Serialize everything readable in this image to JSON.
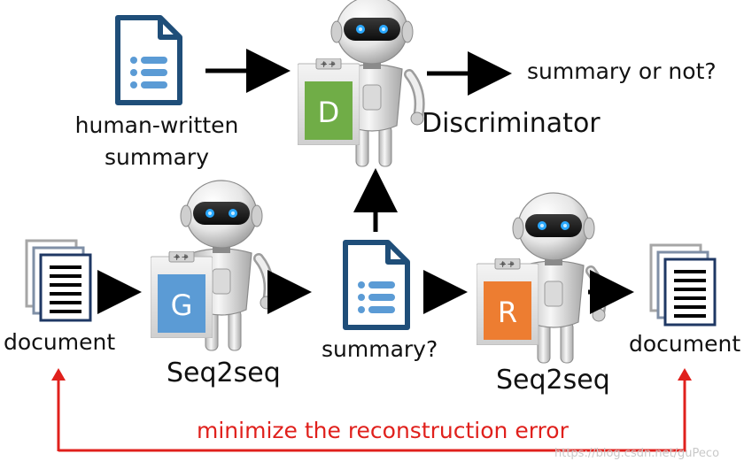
{
  "labels": {
    "summary_or_not": "summary or not?",
    "human_written_1": "human-written",
    "human_written_2": "summary",
    "discriminator": "Discriminator",
    "document_left": "document",
    "seq2seq_g": "Seq2seq",
    "summary_q": "summary?",
    "seq2seq_r": "Seq2seq",
    "document_right": "document",
    "min_error": "minimize the reconstruction error",
    "watermark": "https://blog.csdn.net/guPeco"
  },
  "boards": {
    "d": "D",
    "g": "G",
    "r": "R",
    "pin": "++"
  },
  "colors": {
    "d_board": "#70ad47",
    "g_board": "#5b9bd5",
    "r_board": "#ed7d31",
    "doc_icon_blue": "#1f4e79",
    "doc_icon_lines": "#5b9bd5",
    "error_red": "#e0201c",
    "arrow": "#000000"
  },
  "icons": [
    "robot-icon",
    "summary-document-icon",
    "document-stack-icon",
    "clipboard-board-icon"
  ]
}
